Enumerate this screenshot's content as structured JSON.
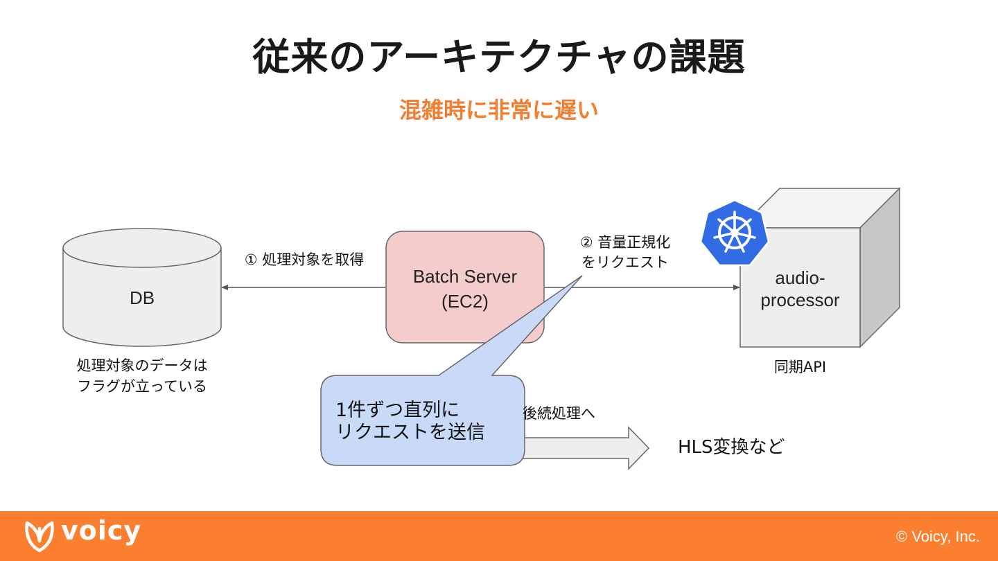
{
  "slide": {
    "title": "従来のアーキテクチャの課題",
    "subtitle": "混雑時に非常に遅い"
  },
  "diagram": {
    "db": {
      "label": "DB",
      "caption_line1": "処理対象のデータは",
      "caption_line2": "フラグが立っている"
    },
    "batch_server": {
      "line1": "Batch Server",
      "line2": "(EC2)"
    },
    "audio_processor": {
      "line1": "audio-",
      "line2": "processor",
      "caption": "同期API"
    },
    "edge_fetch": {
      "label": "① 処理対象を取得"
    },
    "edge_normalize": {
      "line1": "② 音量正規化",
      "line2": "をリクエスト"
    },
    "callout": {
      "line1": "1件ずつ直列に",
      "line2": "リクエストを送信"
    },
    "downstream": {
      "label": "後続処理へ",
      "target": "HLS変換など"
    },
    "kubernetes_icon": "kubernetes-icon"
  },
  "footer": {
    "brand": "voicy",
    "copyright": "© Voicy, Inc."
  },
  "colors": {
    "accent": "#f47d30",
    "footer_bg": "#fc7f2f",
    "batch_fill": "#f4cccc",
    "callout_fill": "#c9daf8",
    "k8s_blue": "#326ce5"
  }
}
